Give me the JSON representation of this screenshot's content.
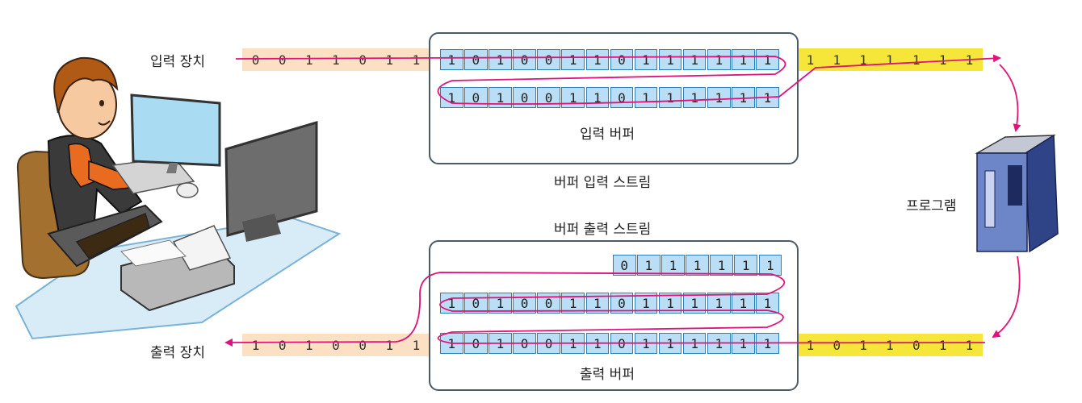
{
  "labels": {
    "input_device": "입력 장치",
    "output_device": "출력 장치",
    "input_buffer": "입력 버퍼",
    "output_buffer": "출력 버퍼",
    "buffer_input_stream": "버퍼 입력 스트림",
    "buffer_output_stream": "버퍼 출력 스트림",
    "program": "프로그램"
  },
  "input_device_bits": [
    "0",
    "0",
    "1",
    "1",
    "0",
    "1",
    "1"
  ],
  "input_program_bits": [
    "1",
    "1",
    "1",
    "1",
    "1",
    "1",
    "1"
  ],
  "input_buffer_rows": [
    [
      "1",
      "0",
      "1",
      "0",
      "0",
      "1",
      "1",
      "0",
      "1",
      "1",
      "1",
      "1",
      "1",
      "1"
    ],
    [
      "1",
      "0",
      "1",
      "0",
      "0",
      "1",
      "1",
      "0",
      "1",
      "1",
      "1",
      "1",
      "1",
      "1"
    ]
  ],
  "output_buffer_rows": [
    [
      "0",
      "1",
      "1",
      "1",
      "1",
      "1",
      "1"
    ],
    [
      "1",
      "0",
      "1",
      "0",
      "0",
      "1",
      "1",
      "0",
      "1",
      "1",
      "1",
      "1",
      "1",
      "1"
    ],
    [
      "1",
      "0",
      "1",
      "0",
      "0",
      "1",
      "1",
      "0",
      "1",
      "1",
      "1",
      "1",
      "1",
      "1"
    ]
  ],
  "output_device_bits": [
    "1",
    "0",
    "1",
    "0",
    "0",
    "1",
    "1"
  ],
  "output_program_bits": [
    "1",
    "0",
    "1",
    "1",
    "0",
    "1",
    "1"
  ],
  "colors": {
    "device_strip": "#fbe0c4",
    "program_strip": "#f7e63a",
    "cell_fill": "#b9def5",
    "cell_border": "#2d7fb8",
    "flow_arrow": "#e0137a",
    "buffer_border": "#4a5a66"
  },
  "icons": [
    "person-at-computer-illustration",
    "printer-illustration",
    "monitor-illustration",
    "server-tower-icon"
  ]
}
